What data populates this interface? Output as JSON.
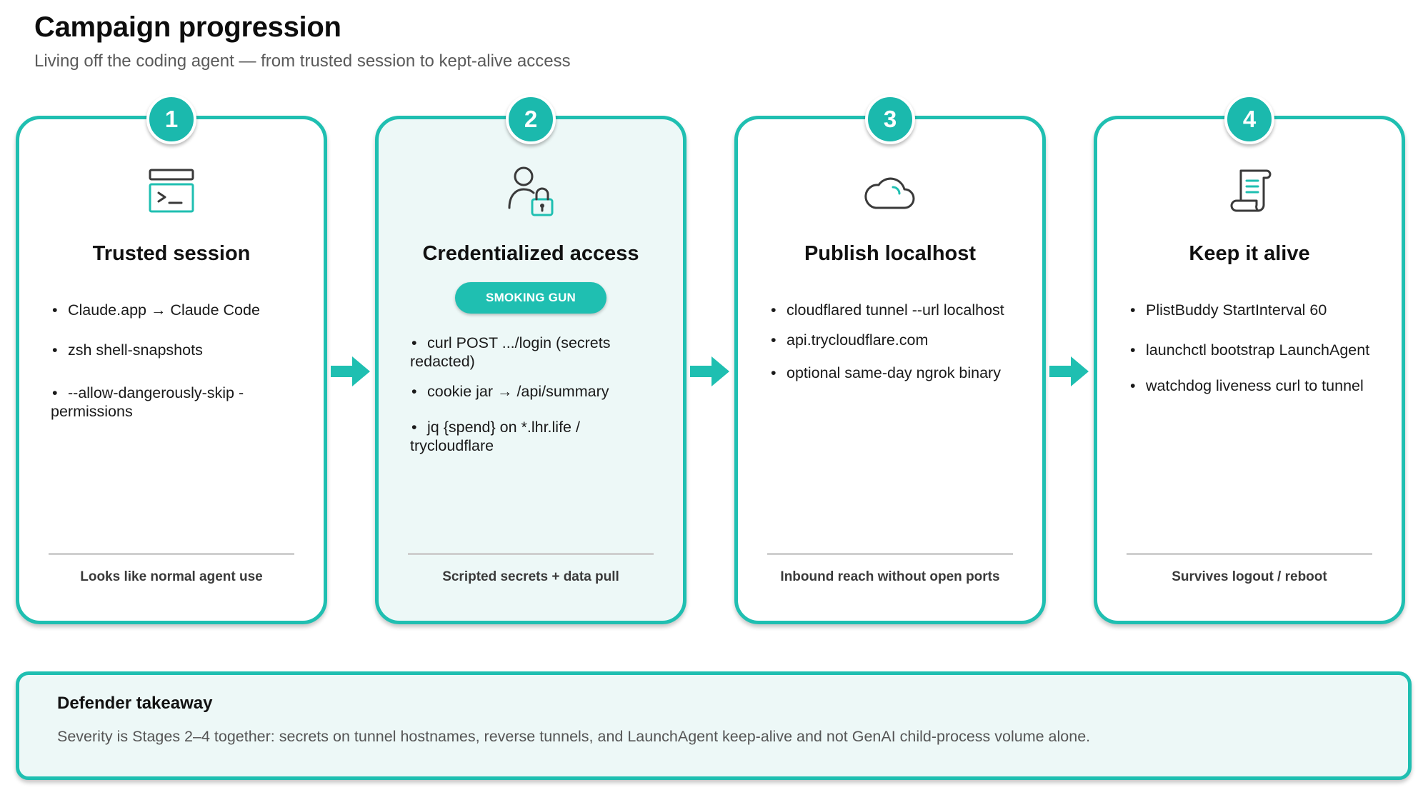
{
  "header": {
    "title": "Campaign progression",
    "subtitle": "Living off the coding agent — from trusted session to kept-alive access"
  },
  "colors": {
    "accent": "#1fbfb1",
    "badge": "#1bb9ad",
    "highlight_fill": "#edf8f7",
    "icon_stroke": "#3a3a3a",
    "divider": "#cfcfcf"
  },
  "stages": [
    {
      "number": "1",
      "icon": "terminal-icon",
      "title": "Trusted session",
      "bullets": [
        "Claude.app → Claude Code",
        "zsh shell-snapshots",
        "--allow-dangerously-skip -permissions"
      ],
      "footer": "Looks like normal agent use"
    },
    {
      "number": "2",
      "icon": "user-lock-icon",
      "title": "Credentialized access",
      "pill": "SMOKING GUN",
      "bullets": [
        "curl POST .../login (secrets redacted)",
        "cookie jar → /api/summary",
        "jq {spend} on *.lhr.life / trycloudflare"
      ],
      "footer": "Scripted secrets + data pull"
    },
    {
      "number": "3",
      "icon": "cloud-icon",
      "title": "Publish localhost",
      "bullets": [
        "cloudflared tunnel --url localhost",
        "api.trycloudflare.com",
        "optional same-day ngrok binary"
      ],
      "footer": "Inbound reach without open ports"
    },
    {
      "number": "4",
      "icon": "scroll-document-icon",
      "title": "Keep it alive",
      "bullets": [
        "PlistBuddy StartInterval 60",
        "launchctl bootstrap LaunchAgent",
        "watchdog liveness curl to tunnel"
      ],
      "footer": "Survives logout / reboot"
    }
  ],
  "takeaway": {
    "title": "Defender takeaway",
    "text": "Severity is Stages 2–4 together: secrets on tunnel hostnames, reverse tunnels, and LaunchAgent keep-alive and not GenAI child-process volume alone."
  }
}
